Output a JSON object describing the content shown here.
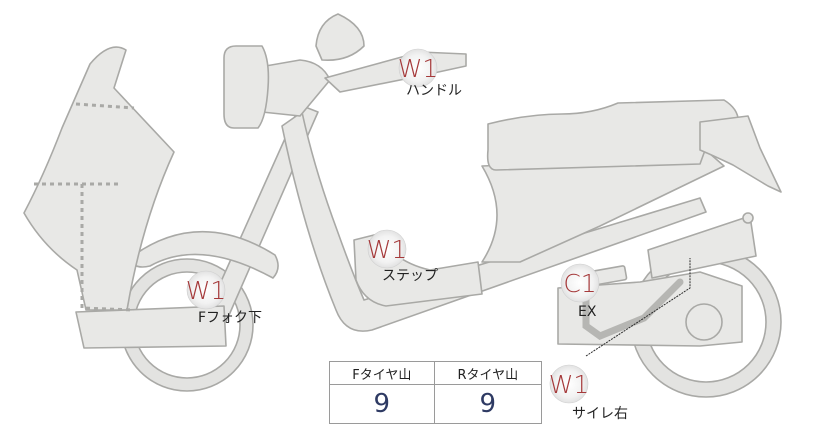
{
  "marks": [
    {
      "code": "W1",
      "label": "ハンドル"
    },
    {
      "code": "W1",
      "label": "ステップ"
    },
    {
      "code": "W1",
      "label": "Fフォク下"
    },
    {
      "code": "C1",
      "label": "EX"
    },
    {
      "code": "W1",
      "label": "サイレ右"
    }
  ],
  "tread_table": {
    "headers": [
      "Fタイヤ山",
      "Rタイヤ山"
    ],
    "values": [
      "9",
      "9"
    ]
  },
  "colors": {
    "code": "#a5393a",
    "value": "#2e3a63",
    "body_fill": "#e8e8e6",
    "body_stroke": "#a9a9a6"
  }
}
